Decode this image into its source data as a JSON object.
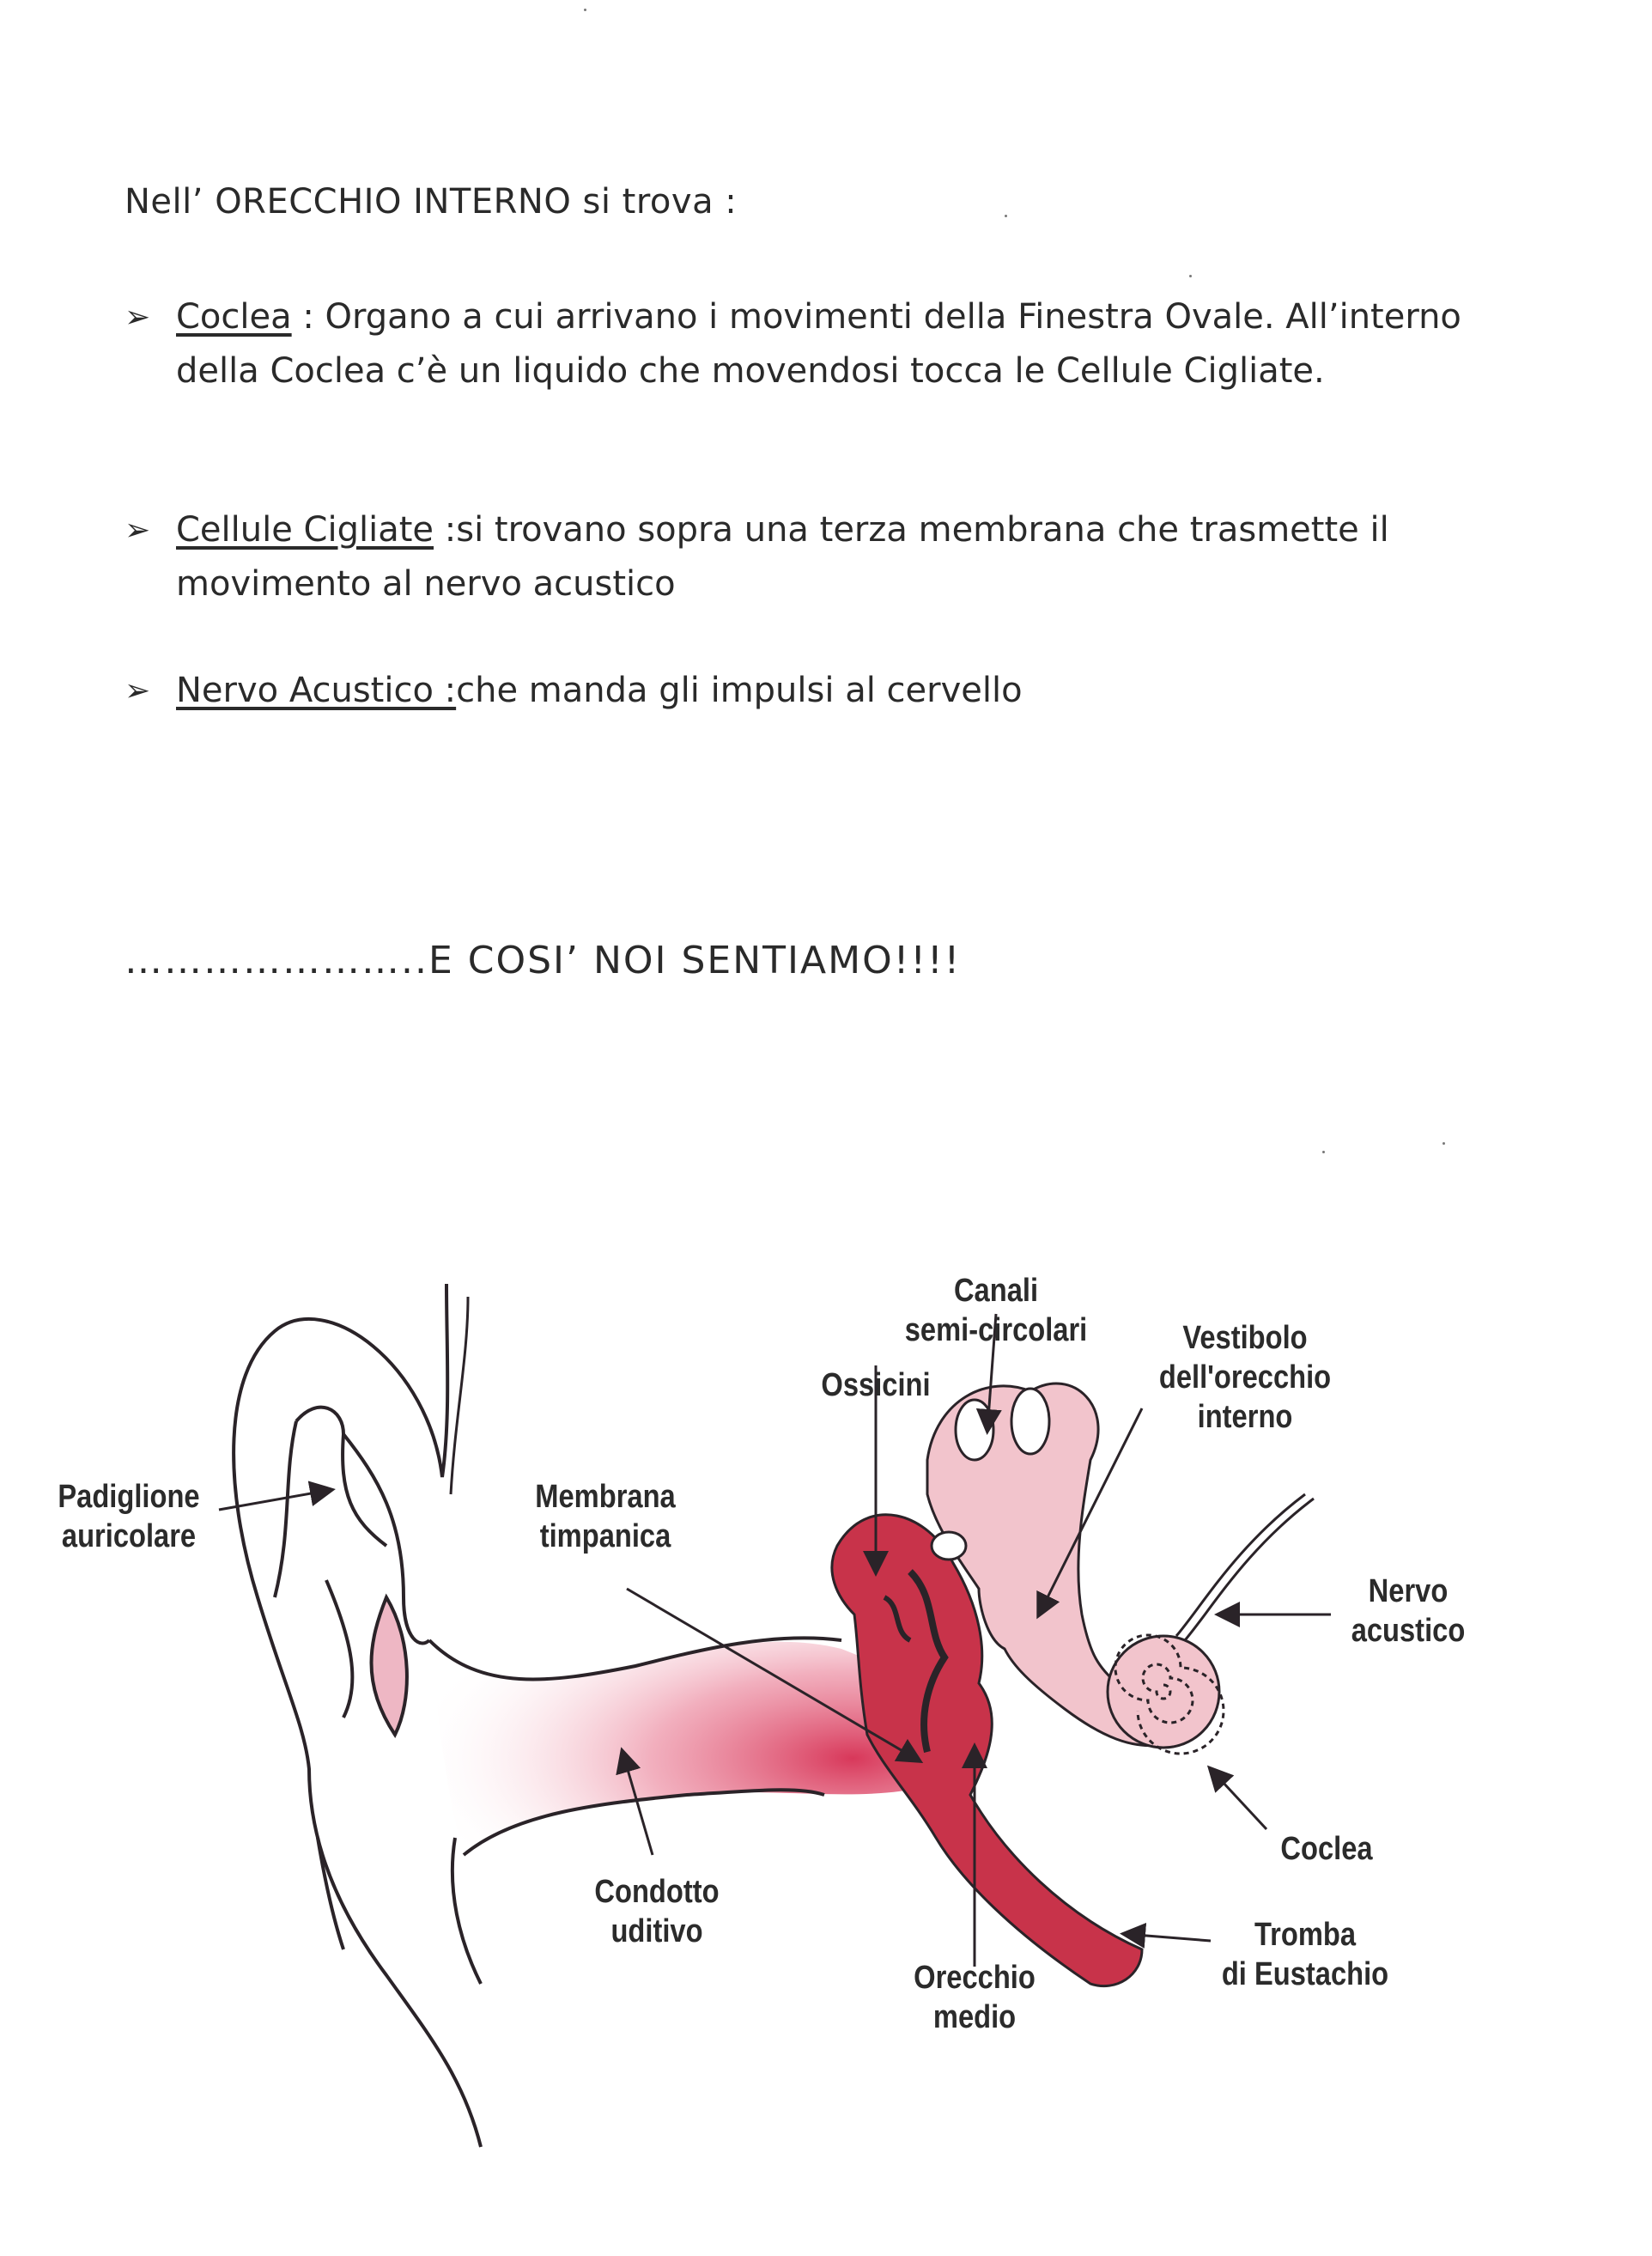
{
  "heading": "Nell’ ORECCHIO INTERNO si trova :",
  "bullets": [
    {
      "term": "Coclea",
      "text": " : Organo a cui arrivano i movimenti della Finestra Ovale. All’interno della Coclea c’è un liquido che movendosi tocca le Cellule Cigliate."
    },
    {
      "term": "Cellule Cigliate",
      "text": " :si trovano sopra una terza membrana che trasmette il movimento al nervo acustico"
    },
    {
      "term": "Nervo Acustico :",
      "text": "che manda gli impulsi al cervello"
    }
  ],
  "bullet_marker": "➢",
  "slogan": "…………………..E COSI’ NOI SENTIAMO!!!!",
  "labels": {
    "padiglione": "Padiglione\nauricolare",
    "membrana": "Membrana\ntimpanica",
    "ossicini": "Ossicini",
    "canali": "Canali\nsemi-circolari",
    "vestibolo": "Vestibolo\ndell'orecchio\ninterno",
    "nervo": "Nervo\nacustico",
    "coclea": "Coclea",
    "tromba": "Tromba\ndi Eustachio",
    "orecchio_medio": "Orecchio\nmedio",
    "condotto": "Condotto\nuditivo"
  },
  "colors": {
    "middle_ear": "#c8334a",
    "inner_ear": "#f2c4cc",
    "line": "#2a2328"
  }
}
